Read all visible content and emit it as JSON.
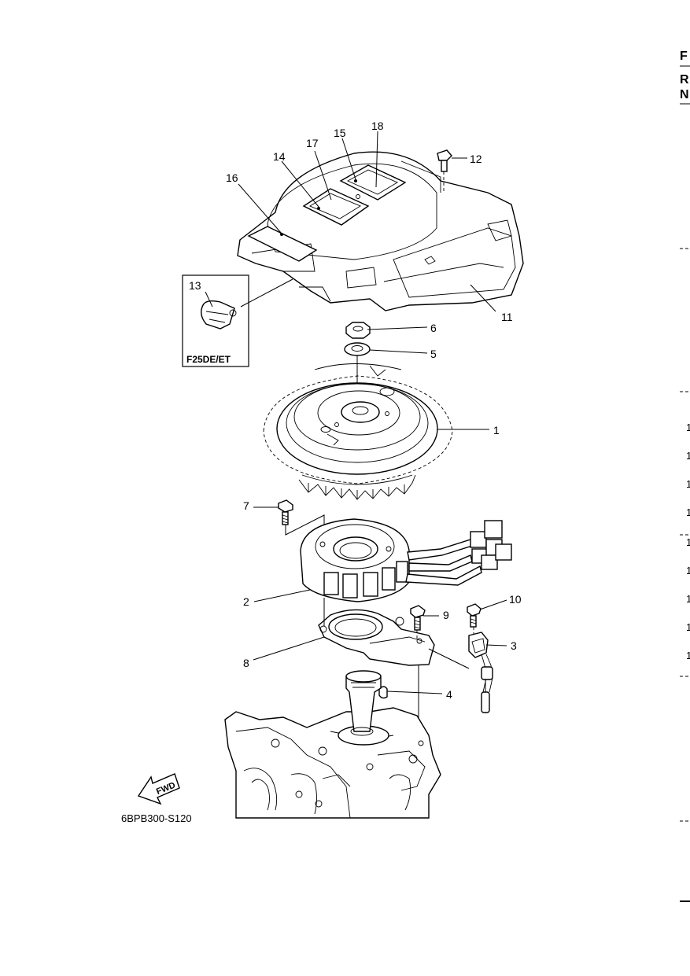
{
  "figure_code": "6BPB300-S120",
  "fwd_label": "FWD",
  "inset_label": "F25DE/ET",
  "callouts": [
    "1",
    "2",
    "3",
    "4",
    "5",
    "6",
    "7",
    "8",
    "9",
    "10",
    "11",
    "12",
    "13",
    "14",
    "15",
    "16",
    "17",
    "18"
  ],
  "edge_text": {
    "header_letters": [
      "F",
      "R",
      "N"
    ],
    "side_numbers": [
      "1",
      "1",
      "1",
      "1",
      "1",
      "1",
      "1",
      "1",
      "1"
    ]
  }
}
